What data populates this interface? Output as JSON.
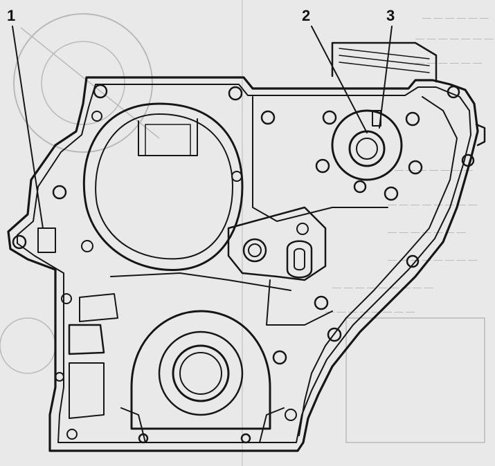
{
  "callouts": [
    {
      "id": "1",
      "label": "1"
    },
    {
      "id": "2",
      "label": "2"
    },
    {
      "id": "3",
      "label": "3"
    }
  ],
  "colors": {
    "ink": "#161616",
    "paper": "#e9e9e9",
    "bleed": "#b9b9b9"
  }
}
